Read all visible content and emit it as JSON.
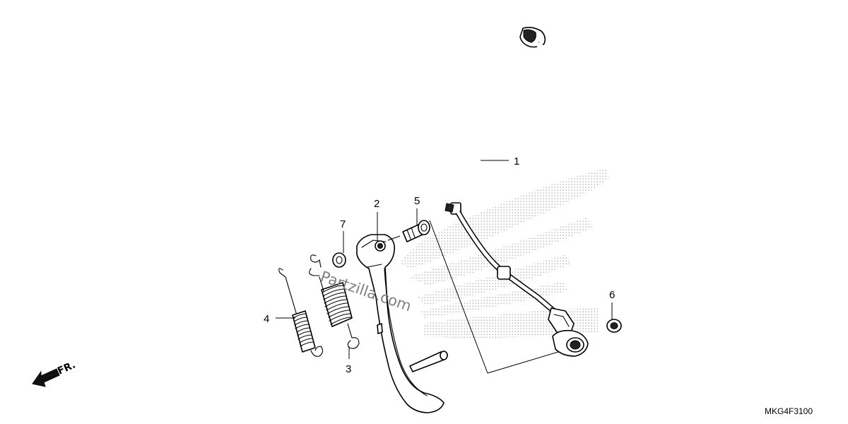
{
  "diagram": {
    "callouts": [
      {
        "id": "1",
        "label": "1"
      },
      {
        "id": "2",
        "label": "2"
      },
      {
        "id": "3",
        "label": "3"
      },
      {
        "id": "4",
        "label": "4"
      },
      {
        "id": "5",
        "label": "5"
      },
      {
        "id": "6",
        "label": "6"
      },
      {
        "id": "7",
        "label": "7"
      }
    ],
    "watermark": "Partzilla.com",
    "diagram_code": "MKG4F3100",
    "direction_label": "FR.",
    "icons": [
      "front-direction-arrow-icon",
      "honda-wing-logo-icon"
    ]
  }
}
